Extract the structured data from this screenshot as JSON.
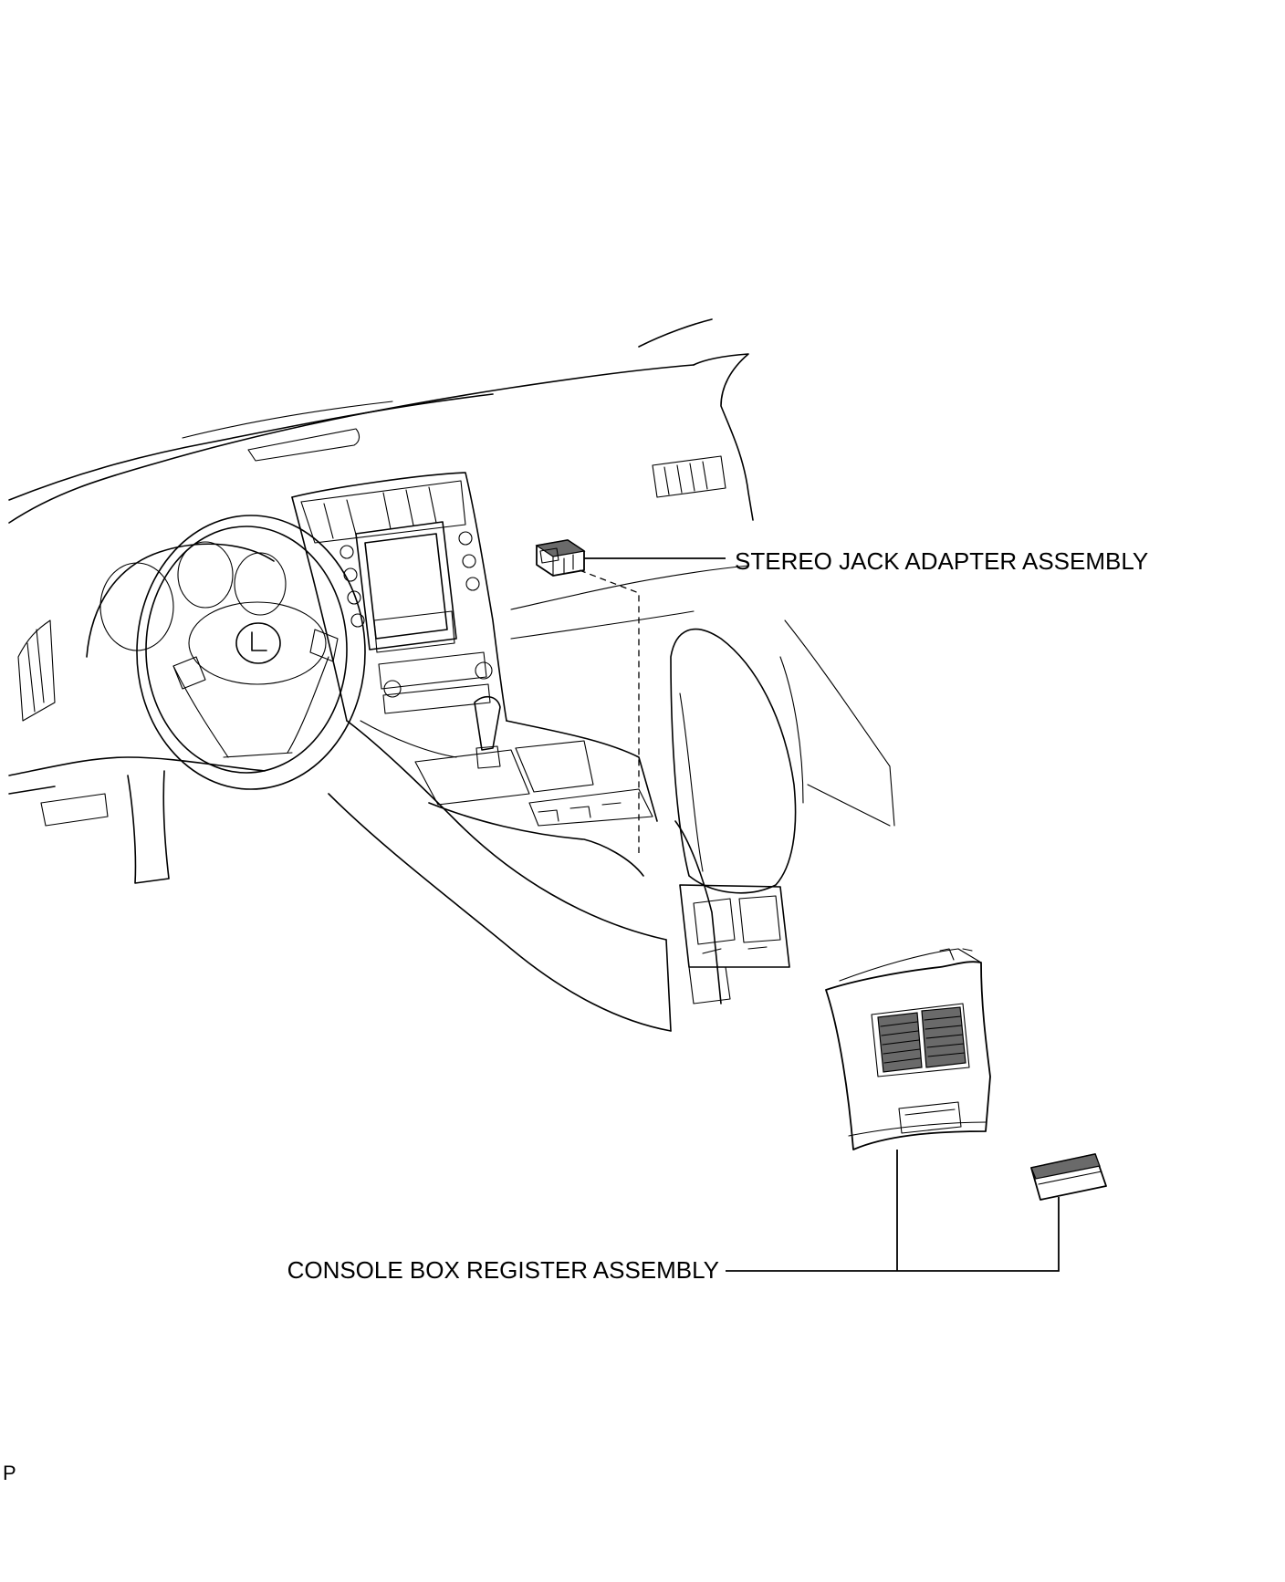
{
  "labels": {
    "stereo_jack": "STEREO JACK ADAPTER ASSEMBLY",
    "console_register": "CONSOLE BOX REGISTER ASSEMBLY"
  },
  "corner_mark": "P",
  "colors": {
    "line": "#000000",
    "background": "#ffffff",
    "shade": "#6a6a6a"
  }
}
